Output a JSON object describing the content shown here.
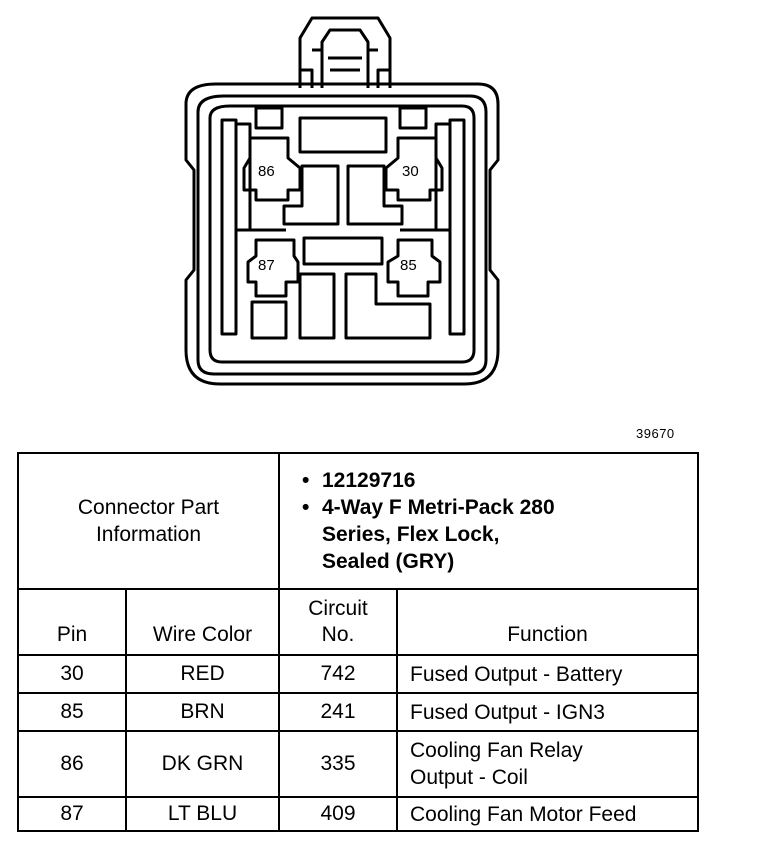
{
  "diagram": {
    "figure_number": "39670",
    "pin_labels": [
      "86",
      "30",
      "87",
      "85"
    ]
  },
  "part_info": {
    "title_line1": "Connector Part",
    "title_line2": "Information",
    "part_number": "12129716",
    "desc_line1": "4-Way F Metri-Pack 280",
    "desc_line2": "Series, Flex Lock,",
    "desc_line3": "Sealed (GRY)"
  },
  "table": {
    "headers": {
      "pin": "Pin",
      "wire_color": "Wire Color",
      "circuit_line1": "Circuit",
      "circuit_line2": "No.",
      "function": "Function"
    },
    "rows": [
      {
        "pin": "30",
        "wire_color": "RED",
        "circuit": "742",
        "function_line1": "Fused Output - Battery",
        "function_line2": ""
      },
      {
        "pin": "85",
        "wire_color": "BRN",
        "circuit": "241",
        "function_line1": "Fused Output - IGN3",
        "function_line2": ""
      },
      {
        "pin": "86",
        "wire_color": "DK GRN",
        "circuit": "335",
        "function_line1": "Cooling Fan Relay",
        "function_line2": "Output - Coil"
      },
      {
        "pin": "87",
        "wire_color": "LT BLU",
        "circuit": "409",
        "function_line1": "Cooling Fan Motor Feed",
        "function_line2": ""
      }
    ]
  }
}
